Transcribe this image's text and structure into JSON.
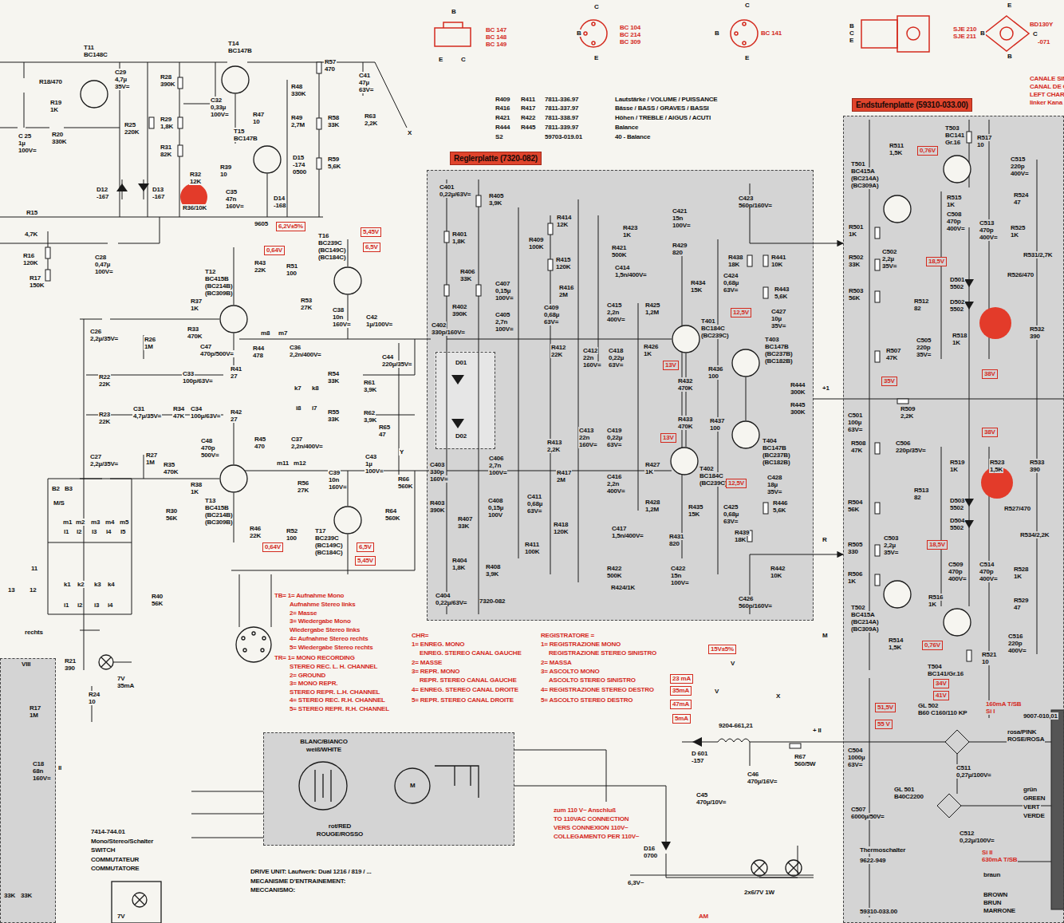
{
  "diagram": {
    "nodes": [
      {
        "text": [
          "Reglerplatte (7320-082)",
          "7320-082"
        ]
      },
      {
        "text": [
          "Endstufenplatte (59310-033.00)",
          "59310-033.00"
        ]
      },
      {
        "text": [
          "BLANC/BIANCO weiß/WHITE",
          "rot/RED ROUGE/ROSSO"
        ]
      },
      {
        "text": [
          "D01",
          "D02"
        ],
        "in": 0
      },
      {
        "text": [
          "VIII"
        ]
      }
    ],
    "edges": [
      {
        "from": 0,
        "to": 1,
        "arrow": "to"
      },
      {
        "from": 0,
        "to": 1,
        "arrow": "to"
      }
    ],
    "labels": [
      "B",
      "E",
      "C",
      "BC 147",
      "BC 148",
      "BC 149",
      "B",
      "C",
      "E",
      "BC 104",
      "BC 214",
      "BC 309",
      "C",
      "B",
      "E",
      "BC 141",
      "B",
      "C",
      "E",
      "SJE 210",
      "SJE 211",
      "E",
      "BD130Y",
      "B",
      "C",
      "-071",
      "B",
      "R409",
      "R411",
      "7811-336.97",
      "Lautstärke / VOLUME / PUISSANCE",
      "R416",
      "R417",
      "7811-337.97",
      "Bässe / BASS / GRAVES / BASSI",
      "R421",
      "R422",
      "7811-338.97",
      "Höhen / TREBLE / AIGUS / ACUTI",
      "R444",
      "R445",
      "7811-339.97",
      "Balance",
      "S2",
      "59703-019.01",
      "40 - Balance",
      "T11",
      "BC148C",
      "R18/470",
      "R19",
      "1K",
      "R20",
      "330K",
      "C 25",
      "1µ",
      "100V=",
      "C29",
      "4,7µ",
      "35V=",
      "R28",
      "390K",
      "R25",
      "220K",
      "R29",
      "1,8K",
      "R31",
      "82K",
      "R32",
      "12K",
      "R36/10K",
      "D12",
      "-167",
      "D13",
      "-167",
      "R15",
      "4,7K",
      "R16",
      "120K",
      "R17",
      "150K",
      "C28",
      "0,47µ",
      "100V=",
      "T14",
      "BC147B",
      "C32",
      "0,33µ",
      "100V=",
      "R57",
      "470",
      "C41",
      "47µ",
      "63V=",
      "R48",
      "330K",
      "R47",
      "10",
      "R49",
      "2,7M",
      "R58",
      "33K",
      "R63",
      "2,2K",
      "X",
      "T15",
      "BC147B",
      "D15",
      "-174",
      "0500",
      "R59",
      "5,6K",
      "R39",
      "10",
      "C35",
      "47n",
      "160V=",
      "D14",
      "-168",
      "9605",
      "6,2V±5%",
      "T16",
      "BC239C",
      "(BC149C)",
      "(BC184C)",
      "5,45V",
      "6,5V",
      "0,64V",
      "R43",
      "22K",
      "R51",
      "100",
      "T12",
      "BC415B",
      "(BC214B)",
      "(BC309B)",
      "R53",
      "27K",
      "C38",
      "10n",
      "160V=",
      "C42",
      "1µ/100V=",
      "R37",
      "1K",
      "R33",
      "470K",
      "C47",
      "470p/500V=",
      "R44",
      "478",
      "m8",
      "m7",
      "C36",
      "2,2n/400V=",
      "C26",
      "2,2µ/35V=",
      "R26",
      "1M",
      "R22",
      "22K",
      "C33",
      "100p/63V=",
      "R41",
      "27",
      "R54",
      "33K",
      "C44",
      "220µ/35V=",
      "R61",
      "3,9K",
      "k7",
      "k8",
      "C31",
      "4,7µ/35V=",
      "R34",
      "47K",
      "C34",
      "100µ/63V=",
      "R42",
      "27",
      "i8",
      "i7",
      "R55",
      "33K",
      "R62",
      "3,9K",
      "R65",
      "47",
      "Y",
      "R23",
      "22K",
      "C48",
      "470p",
      "500V=",
      "R45",
      "470",
      "C37",
      "2,2n/400V=",
      "m11",
      "m12",
      "C43",
      "1µ",
      "100V=",
      "C27",
      "2,2µ/35V=",
      "R27",
      "1M",
      "R35",
      "470K",
      "R38",
      "1K",
      "R56",
      "27K",
      "C39",
      "10n",
      "160V=",
      "R66",
      "560K",
      "R64",
      "560K",
      "T13",
      "BC415B",
      "(BC214B)",
      "(BC309B)",
      "R30",
      "56K",
      "R46",
      "22K",
      "R52",
      "100",
      "0,64V",
      "T17",
      "BC239C",
      "(BC149C)",
      "(BC184C)",
      "6,5V",
      "5,45V",
      "R40",
      "56K",
      "B2",
      "B3",
      "M/S",
      "m1",
      "m2",
      "m3",
      "m4",
      "m5",
      "l1",
      "l2",
      "l3",
      "l4",
      "l5",
      "11",
      "13",
      "12",
      "k1",
      "k2",
      "k3",
      "k4",
      "i1",
      "i2",
      "i3",
      "i4",
      "TB= 1= Aufnahme Mono",
      "Aufnahme Stereo links",
      "2= Masse",
      "3= Wiedergabe Mono",
      "Wiedergabe Stereo links",
      "4= Aufnahme Stereo rechts",
      "5= Wiedergabe Stereo rechts",
      "TR= 1= MONO RECORDING",
      "STEREO REC. L. H. CHANNEL",
      "2= GROUND",
      "3= MONO REPR.",
      "STEREO REPR. L.H. CHANNEL",
      "4= STEREO REC. R.H. CHANNEL",
      "5= STEREO REPR. R.H. CHANNEL",
      "CHR=",
      "1= ENREG. MONO",
      "ENREG. STEREO CANAL GAUCHE",
      "2= MASSE",
      "3= REPR. MONO",
      "REPR. STEREO CANAL GAUCHE",
      "4= ENREG. STEREO CANAL DROITE",
      "5= REPR. STEREO CANAL DROITE",
      "REGISTRATORE =",
      "1= REGISTRAZIONE MONO",
      "REGISTRAZIONE STEREO SINISTRO",
      "2= MASSA",
      "3= ASCOLTO MONO",
      "ASCOLTO STEREO SINISTRO",
      "4= REGISTRAZIONE STEREO DESTRO",
      "5= ASCOLTO STEREO DESTRO",
      "R21",
      "390",
      "7V",
      "35mA",
      "R24",
      "10",
      "rechts",
      "R17",
      "1M",
      "C18",
      "68n",
      "160V=",
      "II",
      "7414-744.01",
      "Mono/Stereo/Schalter",
      "SWITCH",
      "COMMUTATEUR",
      "COMMUTATORE",
      "7V",
      "33K",
      "33K",
      "DRIVE UNIT: Laufwerk: Dual 1216 / 819 / ...",
      "MECANISME D'ENTRAINEMENT:",
      "MECCANISMO:",
      "zum 110 V~ Anschluß",
      "TO 110VAC CONNECTION",
      "VERS CONNEXION 110V~",
      "COLLEGAMENTO PER 110V~",
      "15V±5%",
      "V",
      "V",
      "X",
      "23 mA",
      "35mA",
      "47mA",
      "5mA",
      "9204-661,21",
      "D 601",
      "-157",
      "R67",
      "560/5W",
      "+ II",
      "C46",
      "470µ/16V=",
      "C45",
      "470µ/10V=",
      "D16",
      "0700",
      "6,3V~",
      "2x6/7V 1W",
      "AM",
      "M",
      "C401",
      "0,22µ/63V=",
      "R405",
      "3,9K",
      "R409",
      "100K",
      "R401",
      "1,8K",
      "R402",
      "390K",
      "R406",
      "33K",
      "C407",
      "0,15µ",
      "100V=",
      "C405",
      "2,7n",
      "100V=",
      "C402",
      "330p/160V=",
      "R414",
      "12K",
      "R423",
      "1K",
      "C421",
      "15n",
      "100V=",
      "R421",
      "500K",
      "R429",
      "820",
      "R415",
      "120K",
      "C414",
      "1,5n/400V=",
      "R434",
      "15K",
      "R416",
      "2M",
      "C415",
      "2,2n",
      "400V=",
      "R425",
      "1,2M",
      "C409",
      "0,68µ",
      "63V=",
      "R426",
      "1K",
      "R412",
      "22K",
      "C412",
      "22n",
      "160V=",
      "C418",
      "0,22µ",
      "63V=",
      "C423",
      "560p/160V=",
      "R438",
      "18K",
      "R441",
      "10K",
      "C424",
      "0,68µ",
      "63V=",
      "R443",
      "5,6K",
      "12,5V",
      "C427",
      "10µ",
      "35V=",
      "T401",
      "BC184C",
      "(BC239C)",
      "T403",
      "BC147B",
      "(BC237B)",
      "(BC182B)",
      "13V",
      "R436",
      "100",
      "R432",
      "470K",
      "R444",
      "300K",
      "R445",
      "300K",
      "+1",
      "R433",
      "470K",
      "R437",
      "100",
      "13V",
      "C413",
      "22n",
      "160V=",
      "C419",
      "0,22µ",
      "63V=",
      "R413",
      "2,2K",
      "T404",
      "BC147B",
      "(BC237B)",
      "(BC182B)",
      "C428",
      "18µ",
      "35V=",
      "R427",
      "1K",
      "T402",
      "BC184C",
      "(BC239C)",
      "R417",
      "2M",
      "C416",
      "2,2n",
      "400V=",
      "12,5V",
      "C403",
      "330p",
      "160V=",
      "C406",
      "2,7n",
      "100V=",
      "R403",
      "390K",
      "R407",
      "33K",
      "C408",
      "0,15µ",
      "100V",
      "C411",
      "0,68µ",
      "63V=",
      "R428",
      "1,2M",
      "R435",
      "15K",
      "C425",
      "0,68µ",
      "63V=",
      "R446",
      "5,6K",
      "R411",
      "100K",
      "R418",
      "120K",
      "C417",
      "1,5n/400V=",
      "R431",
      "820",
      "R439",
      "18K",
      "R404",
      "1,8K",
      "R408",
      "3,9K",
      "R422",
      "500K",
      "R424/1K",
      "C422",
      "15n",
      "100V=",
      "R442",
      "10K",
      "C404",
      "0,22µ/63V=",
      "C426",
      "560p/160V=",
      "R",
      "M",
      "T503",
      "BC141",
      "Gr.16",
      "R517",
      "10",
      "C515",
      "220p",
      "400V=",
      "R511",
      "1,5K",
      "0,76V",
      "T501",
      "BC415A",
      "(BC214A)",
      "(BC309A)",
      "R515",
      "1K",
      "R524",
      "47",
      "C508",
      "470p",
      "400V=",
      "C513",
      "470p",
      "400V=",
      "R525",
      "1K",
      "R501",
      "1K",
      "R502",
      "33K",
      "C502",
      "2,2µ",
      "35V=",
      "R531/2,7K",
      "18,5V",
      "R526/470",
      "R503",
      "56K",
      "D501",
      "5502",
      "D502",
      "5502",
      "R512",
      "82",
      "R532",
      "390",
      "R518",
      "1K",
      "C505",
      "220p",
      "35V=",
      "R507",
      "47K",
      "38V",
      "35V",
      "R509",
      "2,2K",
      "C501",
      "100µ",
      "63V=",
      "38V",
      "R508",
      "47K",
      "C506",
      "220p/35V=",
      "R519",
      "1K",
      "R523",
      "1,5K",
      "R533",
      "390",
      "R513",
      "82",
      "R504",
      "56K",
      "D503",
      "5502",
      "D504",
      "5502",
      "R527/470",
      "R534/2,2K",
      "C503",
      "2,2µ",
      "35V=",
      "R505",
      "330",
      "18,5V",
      "C509",
      "470p",
      "400V=",
      "C514",
      "470p",
      "400V=",
      "R528",
      "1K",
      "R506",
      "1K",
      "R516",
      "1K",
      "R529",
      "47",
      "T502",
      "BC415A",
      "(BC214A)",
      "(BC309A)",
      "R514",
      "1,5K",
      "0,76V",
      "C516",
      "220p",
      "400V=",
      "R521",
      "10",
      "T504",
      "BC141/Gr.16",
      "34V",
      "41V",
      "GL 502",
      "B60 C160/110 KP",
      "160mA T/SB",
      "Si I",
      "9007-010,01",
      "51,5V",
      "55 V",
      "rosa/PINK",
      "ROSE/ROSA",
      "C504",
      "1000µ",
      "63V=",
      "C511",
      "0,27µ/100V=",
      "GL 501",
      "B40C2200",
      "grün",
      "GREEN",
      "VERT",
      "VERDE",
      "C507",
      "6000µ/50V=",
      "C512",
      "0,22µ/100V=",
      "Thermoschalter",
      "9622-949",
      "Si II",
      "630mA T/SB",
      "braun",
      "BROWN",
      "BRUN",
      "MARRONE",
      "CANALE SINI",
      "CANAL DE GA",
      "LEFT CHAR",
      "linker Kana"
    ]
  }
}
